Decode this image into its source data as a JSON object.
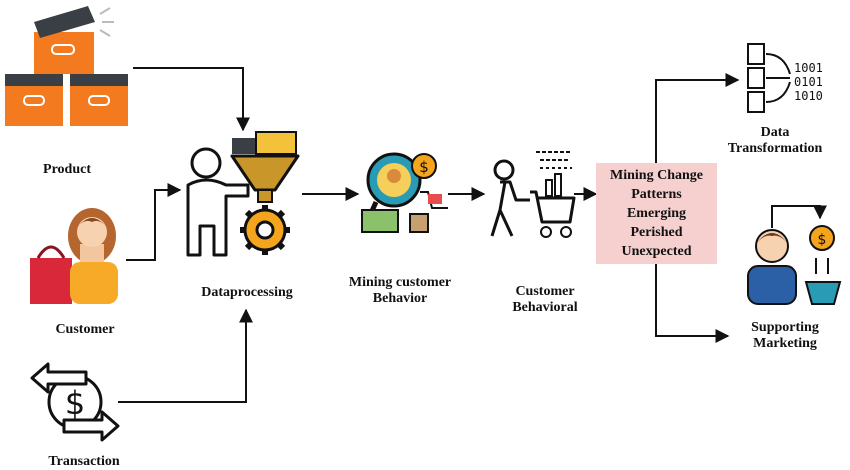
{
  "nodes": {
    "product": "Product",
    "customer": "Customer",
    "transaction": "Transaction",
    "dataprocessing": "Dataprocessing",
    "mining_behavior": [
      "Mining customer",
      "Behavior"
    ],
    "customer_behavioral": [
      "Customer",
      "Behavioral"
    ],
    "patterns": [
      "Mining Change",
      "Patterns",
      "Emerging",
      "Perished",
      "Unexpected"
    ],
    "data_transformation": [
      "Data",
      "Transformation"
    ],
    "supporting_marketing": [
      "Supporting",
      "Marketing"
    ]
  },
  "colors": {
    "box_orange": "#f47a1f",
    "box_dark": "#3a3f46",
    "funnel": "#c9962a",
    "gear": "#f4a51d",
    "highlight": "#f6cfcf",
    "person_blue": "#2b5fa6"
  }
}
